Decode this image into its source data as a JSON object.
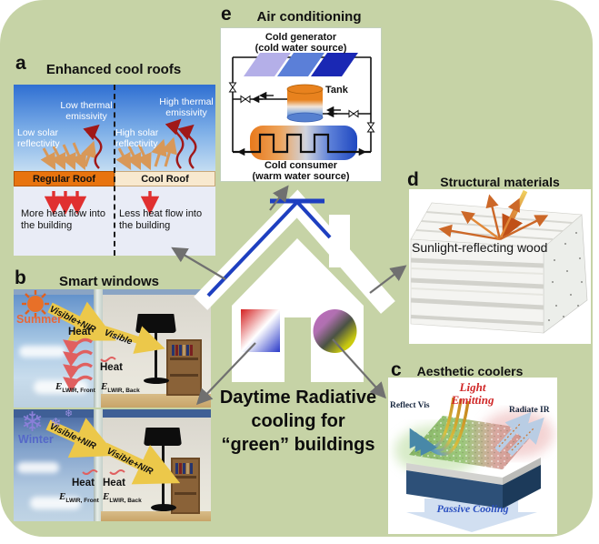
{
  "colors": {
    "background_panel": "#c6d3a6",
    "roof_line_blue": "#1e3fc0",
    "connector_arrow_gray": "#707070",
    "regular_roof_orange": "#e8740f",
    "cool_roof_cream": "#f8e9cf",
    "accent_red": "#d02828",
    "passive_blue": "#2b50c0"
  },
  "center": {
    "line1": "Daytime Radiative",
    "line2": "cooling for",
    "line3": "“green” buildings"
  },
  "panels": {
    "a": {
      "label": "a",
      "title": "Enhanced cool roofs",
      "left_solar": "Low solar reflectivity",
      "left_thermal": "Low thermal emissivity",
      "right_solar": "High solar reflectivity",
      "right_thermal": "High thermal emissivity",
      "roof_regular": "Regular Roof",
      "roof_cool": "Cool Roof",
      "result_left": "More heat flow into the building",
      "result_right": "Less heat flow into the building"
    },
    "b": {
      "label": "b",
      "title": "Smart windows",
      "summer": {
        "season": "Summer",
        "beam_in": "Visible+NIR",
        "beam_through": "Visible",
        "heat_outside": "Heat",
        "heat_inside": "Heat",
        "emissivity_symbol": "E",
        "front_sub": "LWIR, Front",
        "back_sub": "LWIR, Back"
      },
      "winter": {
        "season": "Winter",
        "beam_in": "Visible+NIR",
        "beam_through": "Visible+NIR",
        "heat_outside": "Heat",
        "heat_inside": "Heat",
        "emissivity_symbol": "E",
        "front_sub": "LWIR, Front",
        "back_sub": "LWIR, Back"
      }
    },
    "c": {
      "label": "c",
      "title": "Aesthetic coolers",
      "reflect_label": "Reflect Vis",
      "emit_line1": "Light",
      "emit_line2": "Emitting",
      "radiate_label": "Radiate IR",
      "passive_label": "Passive Cooling"
    },
    "d": {
      "label": "d",
      "title": "Structural materials",
      "caption": "Sunlight-reflecting wood"
    },
    "e": {
      "label": "e",
      "title": "Air conditioning",
      "generator_line1": "Cold generator",
      "generator_line2": "(cold water source)",
      "tank_label": "Tank",
      "consumer_line1": "Cold consumer",
      "consumer_line2": "(warm water source)"
    }
  }
}
